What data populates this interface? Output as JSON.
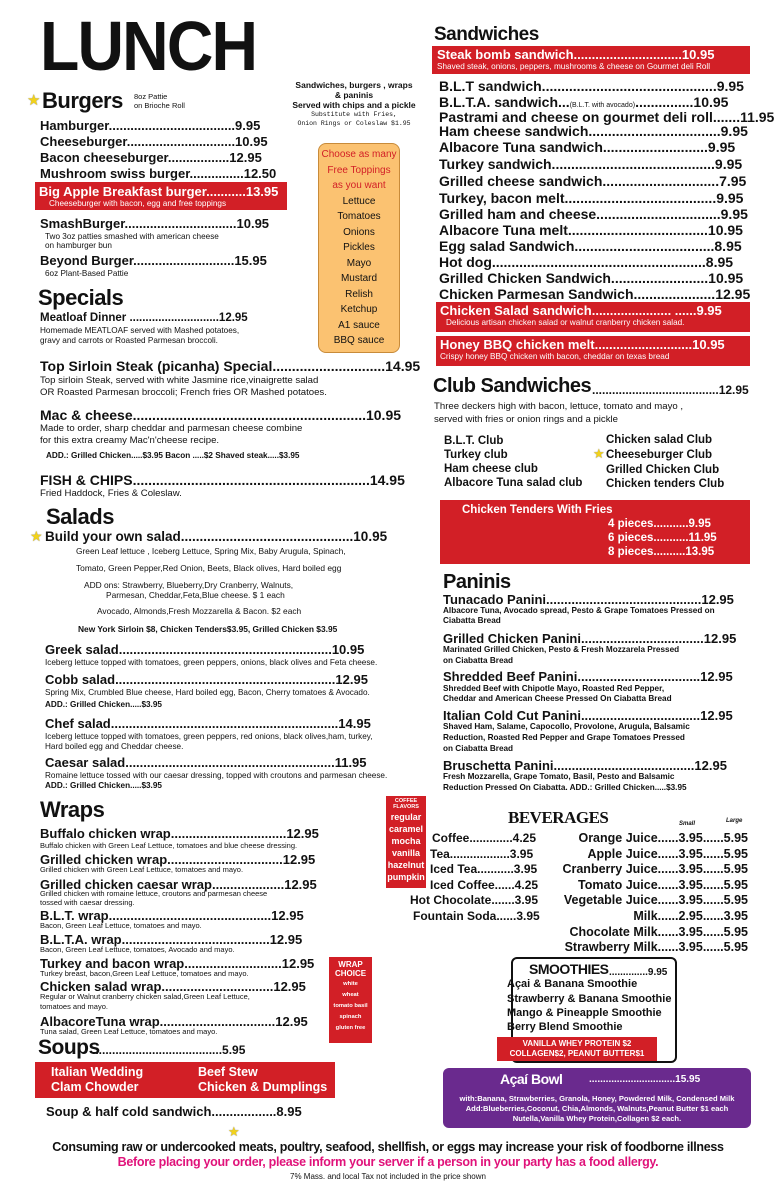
{
  "title": "LUNCH",
  "intro": {
    "line1": "Sandwiches, burgers , wraps & paninis",
    "line2": "Served with chips and a pickle",
    "line3": "Substitute with Fries,",
    "line4": "Onion Rings or Coleslaw $1.95"
  },
  "toppings": {
    "header": [
      "Choose as many",
      "Free Toppings",
      "as you want"
    ],
    "items": [
      "Lettuce",
      "Tomatoes",
      "Onions",
      "Pickles",
      "Mayo",
      "Mustard",
      "Relish",
      "Ketchup",
      "A1 sauce",
      "BBQ sauce"
    ]
  },
  "burgers": {
    "title": "Burgers",
    "note1": "8oz Pattie",
    "note2": "on Brioche Roll",
    "items": [
      {
        "text": "Hamburger...................................9.95"
      },
      {
        "text": "Cheeseburger..............................10.95"
      },
      {
        "text": "Bacon cheeseburger.................12.95"
      },
      {
        "text": "Mushroom swiss burger...............12.50"
      }
    ],
    "featured": {
      "text": "Big Apple Breakfast burger...........13.95",
      "desc": "Cheeseburger with bacon, egg and free toppings"
    },
    "smash": {
      "text": "SmashBurger...............................10.95",
      "desc1": "Two 3oz patties smashed with american cheese",
      "desc2": "on hamburger bun"
    },
    "beyond": {
      "text": "Beyond Burger............................15.95",
      "desc": "6oz Plant-Based Pattie"
    }
  },
  "specials": {
    "title": "Specials",
    "meatloaf": {
      "text": "Meatloaf Dinner ............................12.95",
      "desc1": "Homemade MEATLOAF served with Mashed potatoes,",
      "desc2": "gravy and carrots or Roasted Parmesan broccoli."
    },
    "sirloin": {
      "text": "Top Sirloin  Steak (picanha) Special.............................14.95",
      "desc1": "Top sirloin  Steak, served with white Jasmine rice,vinaigrette salad",
      "desc2": "OR Roasted Parmesan broccoli; French fries OR Mashed potatoes."
    },
    "mac": {
      "text": "Mac & cheese............................................................10.95",
      "desc1": "Made to order, sharp cheddar and parmesan cheese combine",
      "desc2": "for this extra creamy Mac'n'cheese recipe.",
      "add": "ADD.: Grilled Chicken.....$3.95     Bacon .....$2    Shaved steak.....$3.95"
    },
    "fish": {
      "text": "FISH & CHIPS.............................................................14.95",
      "desc": "Fried Haddock, Fries & Coleslaw."
    }
  },
  "salads": {
    "title": "Salads",
    "build": {
      "text": "Build your own salad..............................................10.95",
      "d1": "Green Leaf lettuce , Iceberg Lettuce, Spring Mix, Baby Arugula, Spinach,",
      "d2": "Tomato, Green Pepper,Red Onion, Beets, Black olives, Hard boiled egg",
      "d3": "ADD ons:  Strawberry, Blueberry,Dry Cranberry, Walnuts,",
      "d4": "Parmesan, Cheddar,Feta,Blue cheese. $ 1 each",
      "d5": "Avocado, Almonds,Fresh Mozzarella & Bacon. $2 each",
      "d6": "New York Sirloin $8, Chicken Tenders$3.95, Grilled Chicken $3.95"
    },
    "greek": {
      "text": "Greek salad...........................................................10.95",
      "desc": "Iceberg lettuce  topped with tomatoes, green peppers, onions, black olives and Feta cheese."
    },
    "cobb": {
      "text": "Cobb salad.............................................................12.95",
      "desc": "Spring Mix, Crumbled Blue cheese, Hard boiled egg, Bacon, Cherry tomatoes & Avocado.",
      "add": "ADD.: Grilled Chicken.....$3.95"
    },
    "chef": {
      "text": "Chef salad...............................................................14.95",
      "desc1": "Iceberg lettuce topped with tomatoes, green peppers, red onions, black olives,ham, turkey,",
      "desc2": "Hard boiled egg  and Cheddar cheese."
    },
    "caesar": {
      "text": "Caesar salad..........................................................11.95",
      "desc": "Romaine lettuce tossed with our caesar dressing, topped with croutons and parmesan cheese.",
      "add": "ADD.: Grilled Chicken.....$3.95"
    }
  },
  "wraps": {
    "title": "Wraps",
    "items": [
      {
        "text": "Buffalo chicken wrap................................12.95",
        "desc": "Buffalo chicken with Green Leaf Lettuce, tomatoes and blue cheese dressing."
      },
      {
        "text": "Grilled  chicken wrap................................12.95",
        "desc": "Grilled chicken with Green Leaf Lettuce, tomatoes and mayo."
      },
      {
        "text": "Grilled  chicken caesar wrap....................12.95",
        "desc": "Grilled  chicken with romaine lettuce, croutons and parmesan cheese",
        "desc2": "tossed with caesar dressing."
      },
      {
        "text": "B.L.T. wrap.............................................12.95",
        "desc": "Bacon, Green Leaf Lettuce, tomatoes and mayo."
      },
      {
        "text": "B.L.T.A. wrap.........................................12.95",
        "desc": "Bacon, Green Leaf Lettuce, tomatoes, Avocado and mayo."
      },
      {
        "text": "Turkey and bacon wrap...........................12.95",
        "desc": "Turkey breast, bacon,Green Leaf Lettuce, tomatoes and mayo."
      },
      {
        "text": "Chicken salad wrap...............................12.95",
        "desc": "Regular or Walnut cranberry chicken salad,Green Leaf Lettuce,",
        "desc2": "tomatoes and mayo."
      },
      {
        "text": "AlbacoreTuna wrap................................12.95",
        "desc": "Tuna salad, Green Leaf Lettuce, tomatoes and mayo."
      }
    ],
    "choice_title": [
      "WRAP",
      "CHOICE"
    ],
    "choices": [
      "white",
      "wheat",
      "tomato basil",
      "spinach",
      "gluten free"
    ]
  },
  "coffee_flavors": {
    "title": [
      "COFFEE",
      "FLAVORS"
    ],
    "items": [
      "regular",
      "caramel",
      "mocha",
      "vanilla",
      "hazelnut",
      "pumpkin"
    ]
  },
  "soups": {
    "title": "Soups",
    "price": ".......................................5.95",
    "items": [
      "Italian Wedding",
      "Beef Stew",
      "Clam Chowder",
      "Chicken & Dumplings"
    ],
    "combo": "Soup & half cold sandwich..................8.95"
  },
  "sandwiches": {
    "title": "Sandwiches",
    "featured": {
      "text": "Steak bomb sandwich..............................10.95",
      "desc": "Shaved steak, onions, peppers, mushrooms & cheese on Gourmet deli Roll"
    },
    "items": [
      "B.L.T sandwich.............................................9.95",
      "Pastrami and cheese on gourmet deli roll.......11.95",
      "Ham cheese sandwich..................................9.95",
      "Albacore Tuna  sandwich...........................9.95",
      "Turkey  sandwich..........................................9.95",
      "Grilled cheese sandwich..............................7.95",
      "Turkey, bacon melt.......................................9.95",
      "Grilled ham and cheese................................9.95",
      "Albacore Tuna melt....................................10.95",
      "Egg salad Sandwich....................................8.95",
      "Hot dog.......................................................8.95",
      "Grilled Chicken  Sandwich.........................10.95",
      "Chicken Parmesan Sandwich.....................12.95"
    ],
    "blta": {
      "a": "B.L.T.A. sandwich...",
      "b": "(B.L.T. with avocado)",
      "c": "...............10.95"
    },
    "salad": {
      "text": "Chicken Salad sandwich...................... ......9.95",
      "desc": "Delicious artisan chicken salad or walnut cranberry chicken salad."
    },
    "bbq": {
      "text": "Honey BBQ chicken melt...........................10.95",
      "desc": "Crispy honey BBQ chicken with bacon, cheddar on texas  bread"
    }
  },
  "club": {
    "title": "Club Sandwiches",
    "price": "......................................12.95",
    "desc1": "Three deckers high with bacon, lettuce, tomato and mayo ,",
    "desc2": "served with fries or onion rings and a pickle",
    "left": [
      "B.L.T. Club",
      "Turkey club",
      "Ham cheese club",
      "Albacore Tuna salad club"
    ],
    "right": [
      "Chicken salad Club",
      "Cheeseburger Club",
      "Grilled Chicken Club",
      "Chicken tenders Club"
    ]
  },
  "tenders": {
    "title": "Chicken Tenders With Fries",
    "items": [
      "4 pieces...........9.95",
      "6 pieces...........11.95",
      "8 pieces..........13.95"
    ]
  },
  "paninis": {
    "title": "Paninis",
    "items": [
      {
        "text": "Tunacado Panini...........................................12.95",
        "d1": "Albacore Tuna, Avocado spread, Pesto & Grape Tomatoes Pressed on",
        "d2": "Ciabatta Bread"
      },
      {
        "text": "Grilled Chicken Panini..................................12.95",
        "d1": "Marinated Grilled Chicken, Pesto & Fresh Mozzarela  Pressed",
        "d2": "on Ciabatta Bread"
      },
      {
        "text": "Shredded Beef Panini..................................12.95",
        "d1": "Shredded Beef with Chipotle Mayo, Roasted Red Pepper,",
        "d2": "Cheddar and American Cheese Pressed On Ciabatta Bread"
      },
      {
        "text": "Italian Cold Cut Panini.................................12.95",
        "d1": "Shaved Ham, Salame, Capocollo, Provolone, Arugula, Balsamic",
        "d2": "Reduction, Roasted Red Pepper and Grape Tomatoes Pressed",
        "d3": "on Ciabatta Bread"
      },
      {
        "text": "Bruschetta  Panini.......................................12.95",
        "d1": "Fresh Mozzarella, Grape Tomato, Basil, Pesto and Balsamic",
        "d2": "Reduction Pressed On Ciabatta.  ADD.: Grilled Chicken.....$3.95"
      }
    ]
  },
  "beverages": {
    "title": "BEVERAGES",
    "small": "Small",
    "large": "Large",
    "left": [
      "Coffee.............4.25",
      "Tea..................3.95",
      "Iced Tea...........3.95",
      "Iced Coffee......4.25",
      "Hot Chocolate.......3.95",
      "Fountain Soda......3.95"
    ],
    "right": [
      "Orange Juice......3.95......5.95",
      "Apple Juice......3.95......5.95",
      "Cranberry Juice......3.95......5.95",
      "Tomato Juice......3.95......5.95",
      "Vegetable Juice......3.95......5.95",
      "Milk......2.95......3.95",
      "Chocolate Milk......3.95......5.95",
      "Strawberry Milk......3.95......5.95"
    ]
  },
  "smoothies": {
    "title": "SMOOTHIES",
    "price": "..............9.95",
    "items": [
      "Açai & Banana Smoothie",
      "Strawberry & Banana Smoothie",
      "Mango & Pineapple Smoothie",
      "Berry Blend Smoothie"
    ],
    "addons1": "VANILLA WHEY PROTEIN $2",
    "addons2": "COLLAGEN$2, PEANUT BUTTER$1"
  },
  "acai": {
    "title": "Açaí Bowl",
    "price": "...............................15.95",
    "d1": "with:Banana, Strawberries, Granola, Honey, Powdered Milk, Condensed Milk",
    "d2": "Add:Blueberries,Coconut, Chia,Almonds, Walnuts,Peanut Butter  $1 each",
    "d3": "Nutella,Vanilla Whey Protein,Collagen $2 each."
  },
  "footer": {
    "warning": "Consuming raw or undercooked meats, poultry, seafood, shellfish, or eggs may increase your risk of foodborne illness",
    "allergy": "Before placing your order, please inform your server if a person in your party has a food allergy.",
    "tax": "7% Mass. and local Tax not included in the price shown"
  },
  "colors": {
    "red": "#d21f26",
    "orange": "#fbc271",
    "purple": "#6a2a8e",
    "pink": "#e0127a"
  }
}
